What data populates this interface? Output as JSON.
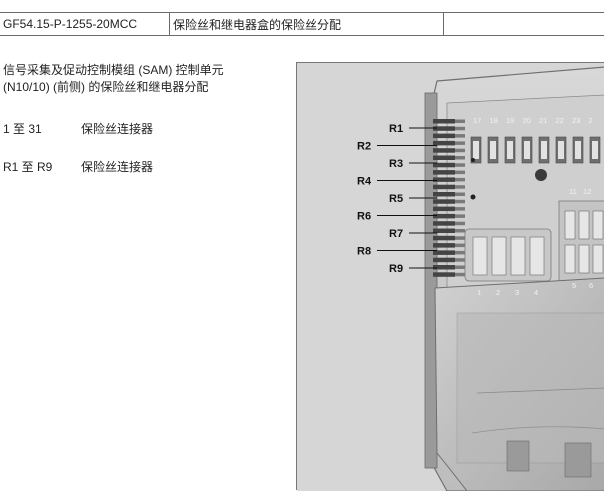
{
  "header": {
    "doc_id": "GF54.15-P-1255-20MCC",
    "title": "保险丝和继电器盒的保险丝分配",
    "extra": ""
  },
  "description": {
    "line1": "信号采集及促动控制模组 (SAM) 控制单元",
    "line2": "(N10/10) (前侧) 的保险丝和继电器分配"
  },
  "legend": [
    {
      "code": "1 至 31",
      "text": "保险丝连接器"
    },
    {
      "code": "R1 至 R9",
      "text": "保险丝连接器"
    }
  ],
  "figure": {
    "callouts": [
      "R1",
      "R2",
      "R3",
      "R4",
      "R5",
      "R6",
      "R7",
      "R8",
      "R9"
    ],
    "top_numbers": [
      "17",
      "18",
      "19",
      "20",
      "21",
      "22",
      "23",
      "2"
    ],
    "mid_numbers": [
      "11",
      "12"
    ],
    "bottom_left_numbers": [
      "1",
      "2",
      "3",
      "4"
    ],
    "bottom_right_numbers": [
      "5",
      "6"
    ]
  }
}
